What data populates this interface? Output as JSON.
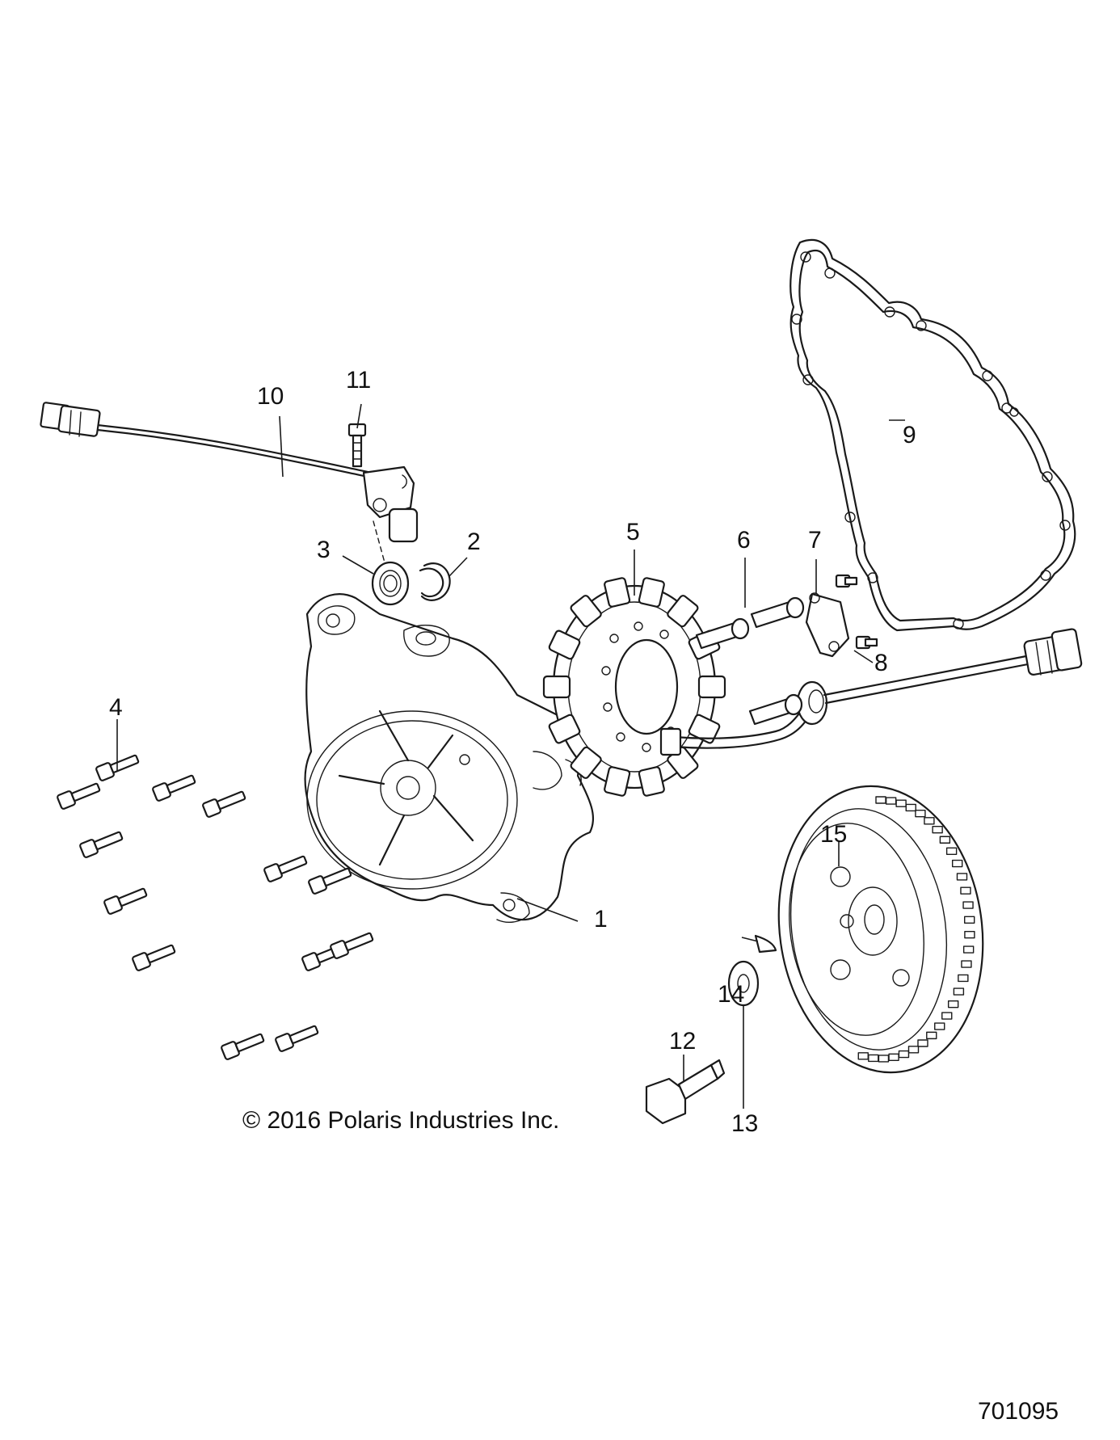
{
  "callouts": {
    "c1": "1",
    "c2": "2",
    "c3": "3",
    "c4": "4",
    "c5": "5",
    "c6": "6",
    "c7": "7",
    "c8": "8",
    "c9": "9",
    "c10": "10",
    "c11": "11",
    "c12": "12",
    "c13": "13",
    "c14": "14",
    "c15": "15"
  },
  "copyright": "© 2016 Polaris Industries Inc.",
  "document_number": "701095"
}
